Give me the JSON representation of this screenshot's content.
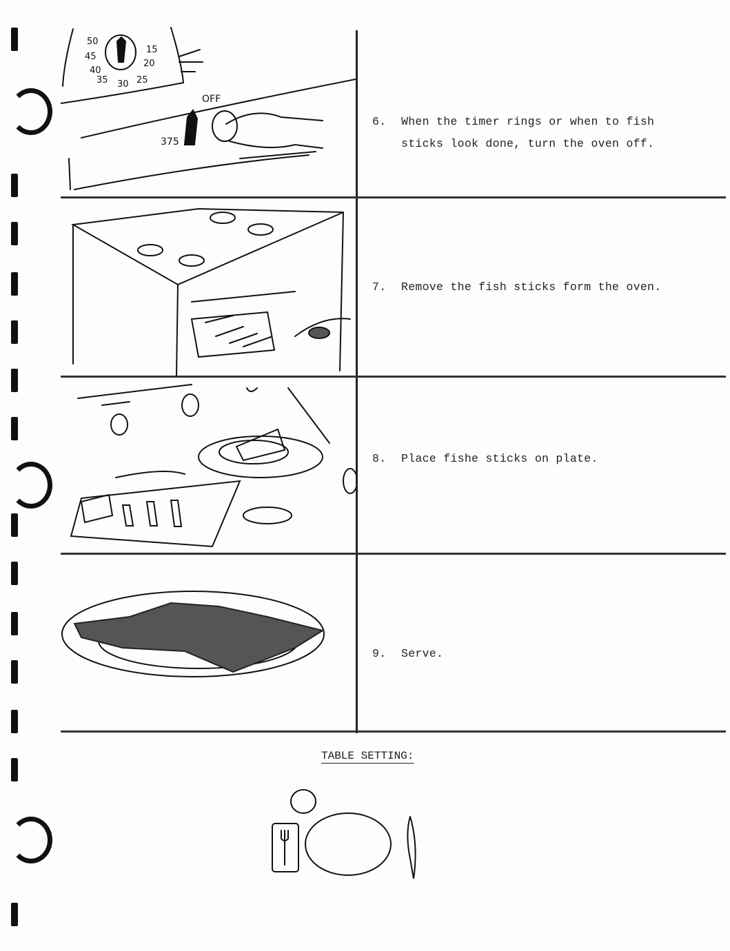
{
  "steps": [
    {
      "num": "6.",
      "text": "When the timer rings or when to fish sticks look done, turn the oven off."
    },
    {
      "num": "7.",
      "text": "Remove the fish sticks form the oven."
    },
    {
      "num": "8.",
      "text": "Place fishe sticks on plate."
    },
    {
      "num": "9.",
      "text": "Serve."
    }
  ],
  "illustration_1": {
    "timer_labels": [
      "50",
      "45",
      "40",
      "35",
      "30",
      "25",
      "20",
      "15"
    ],
    "dial_off": "OFF",
    "dial_temp": "375"
  },
  "table_setting": {
    "title": "TABLE SETTING:"
  }
}
